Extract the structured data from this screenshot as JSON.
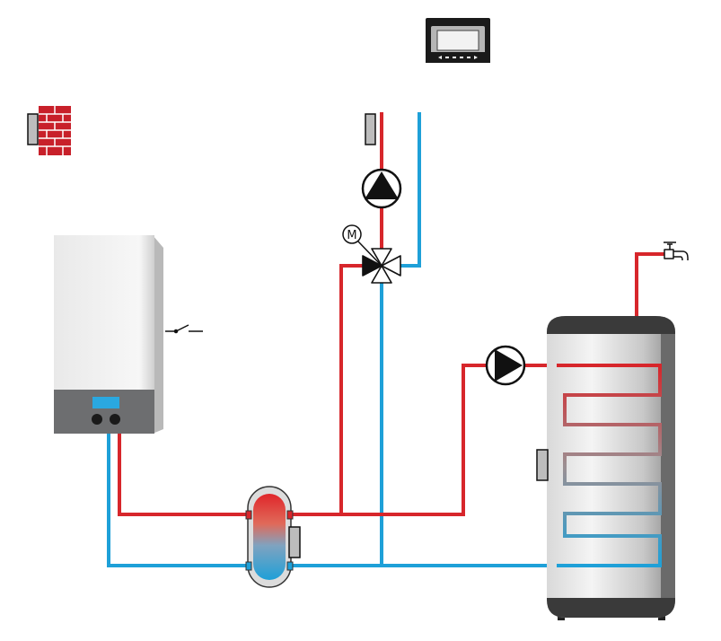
{
  "diagram": {
    "motor_label": "M"
  },
  "colors": {
    "supply": "#d7262b",
    "return": "#1ea0d8",
    "brick": "#c8202a",
    "boiler_panel": "#6d6e70",
    "display": "#2aa8e0",
    "outline": "#111111",
    "sensor_fill": "#bdbdbd"
  },
  "components": [
    {
      "id": "outdoor-sensor",
      "icon": "brick-wall-sensor-icon"
    },
    {
      "id": "room-controller",
      "icon": "thermostat-controller-icon"
    },
    {
      "id": "boiler",
      "icon": "wall-boiler-icon"
    },
    {
      "id": "hydraulic-separator",
      "icon": "low-loss-header-icon"
    },
    {
      "id": "mixing-valve",
      "icon": "three-way-mixing-valve-icon"
    },
    {
      "id": "heating-pump",
      "icon": "circulation-pump-icon"
    },
    {
      "id": "dhw-pump",
      "icon": "circulation-pump-icon"
    },
    {
      "id": "dhw-cylinder",
      "icon": "hot-water-cylinder-icon"
    },
    {
      "id": "hot-water-tap",
      "icon": "tap-icon"
    }
  ]
}
